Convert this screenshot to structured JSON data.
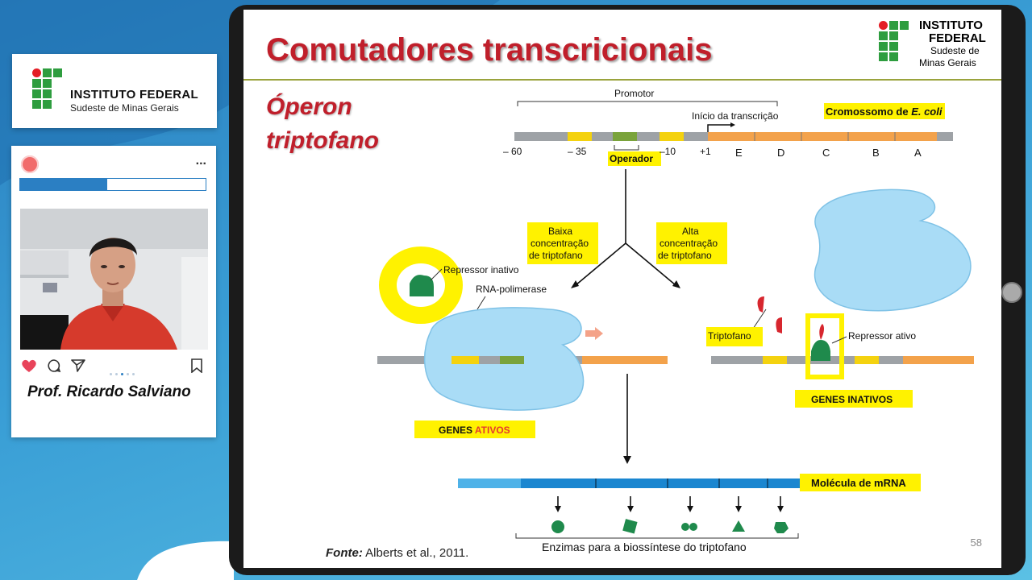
{
  "sidebar": {
    "logo": {
      "title": "INSTITUTO FEDERAL",
      "subtitle": "Sudeste de Minas Gerais"
    },
    "post": {
      "menu": "...",
      "progress_fraction": 0.47,
      "presenter": "Prof. Ricardo Salviano"
    }
  },
  "slide": {
    "title": "Comutadores transcricionais",
    "subtitle_line1": "Óperon",
    "subtitle_line2": "triptofano",
    "logo": {
      "line1": "INSTITUTO",
      "line2": "FEDERAL",
      "line3": "Sudeste de",
      "line4": "Minas Gerais"
    },
    "page_number": "58",
    "source_label": "Fonte:",
    "source_text": "Alberts  et al., 2011.",
    "diagram": {
      "promotor": "Promotor",
      "inicio": "Início da transcrição",
      "cromossomo": "Cromossomo de ",
      "cromossomo_species": "E. coli",
      "positions": [
        "– 60",
        "– 35",
        "–10",
        "+1"
      ],
      "genes": [
        "E",
        "D",
        "C",
        "B",
        "A"
      ],
      "operador": "Operador",
      "baixa": [
        "Baixa",
        "concentração",
        "de triptofano"
      ],
      "alta": [
        "Alta",
        "concentração",
        "de triptofano"
      ],
      "repressor_inativo": "Repressor inativo",
      "rna_polimerase": "RNA-polimerase",
      "triptofano": "Triptofano",
      "repressor_ativo": "Repressor ativo",
      "genes_ativos_1": "GENES ",
      "genes_ativos_2": "ATIVOS",
      "genes_inativos": "GENES INATIVOS",
      "mrna": "Molécula de mRNA",
      "enzimas": "Enzimas para a biossíntese do triptofano"
    }
  }
}
